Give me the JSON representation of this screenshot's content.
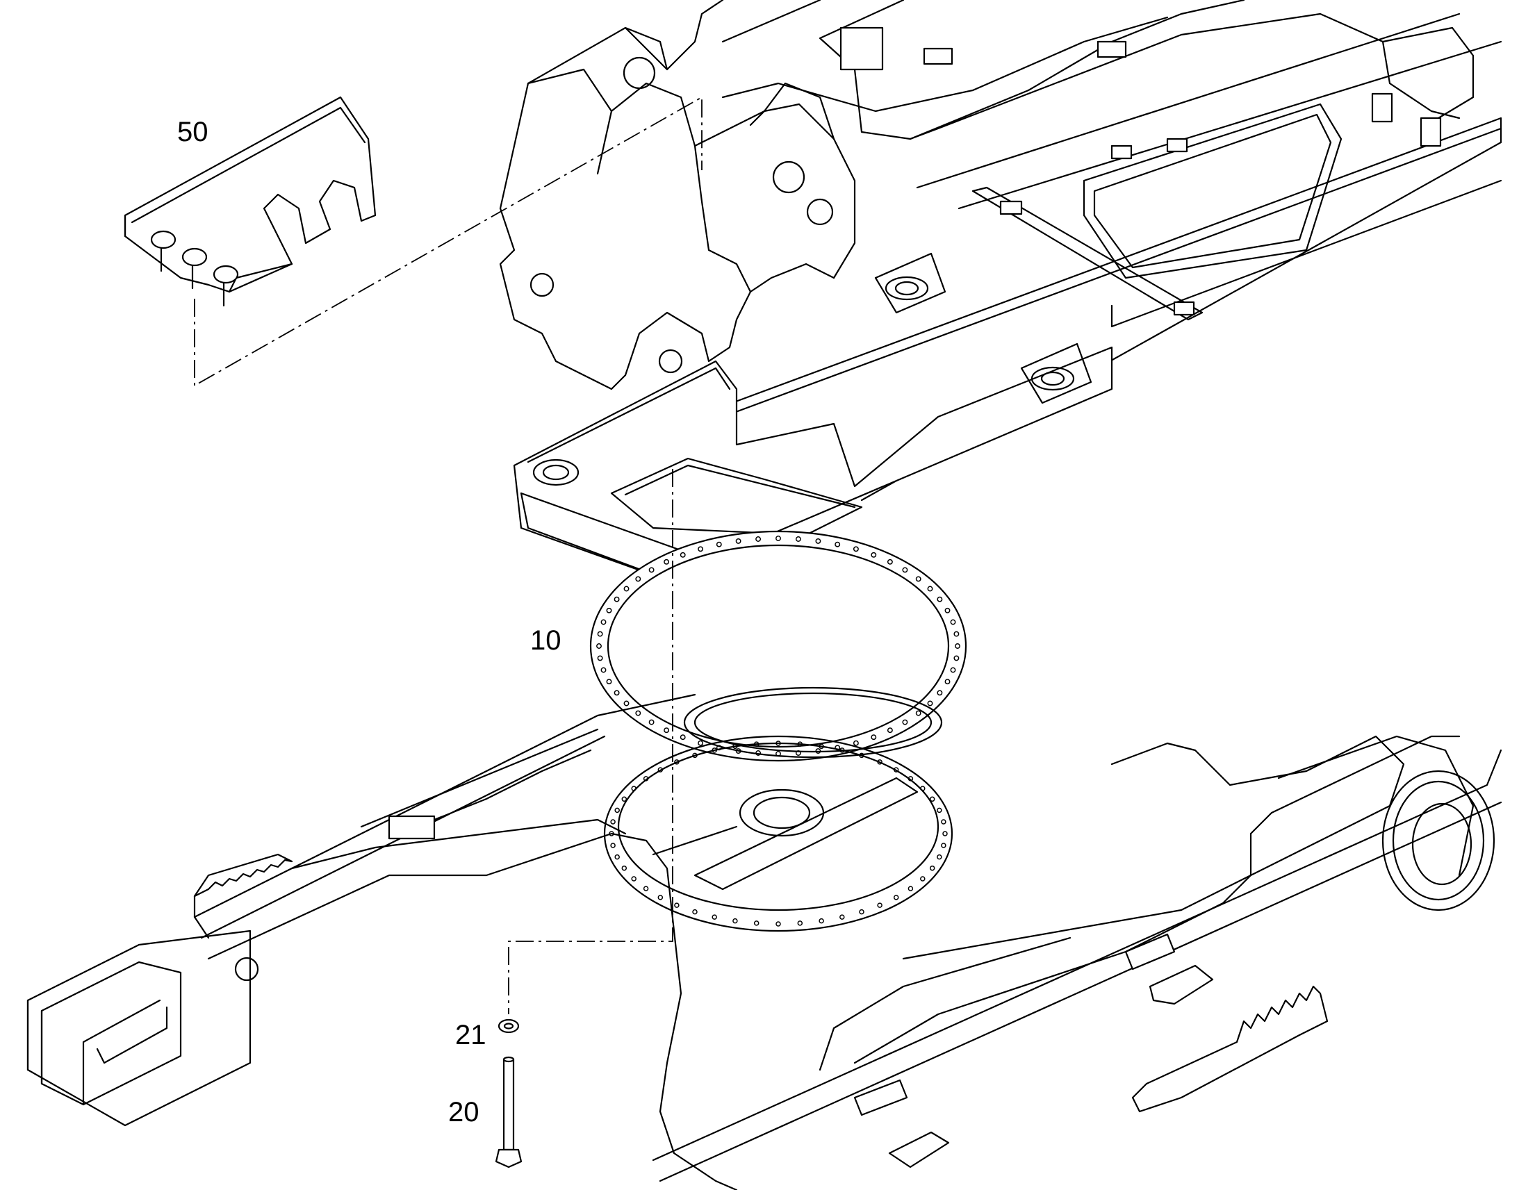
{
  "callouts": {
    "part_50": "50",
    "part_10": "10",
    "part_21": "21",
    "part_20": "20"
  }
}
